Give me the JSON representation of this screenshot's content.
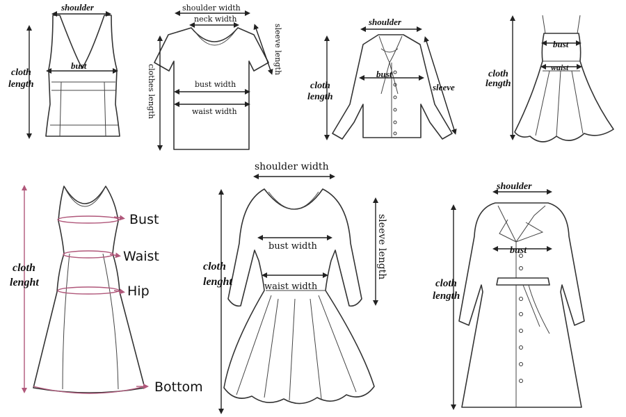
{
  "colors": {
    "ink": "#111111",
    "measure_pink": "#b0577a",
    "background": "#ffffff"
  },
  "tank_top": {
    "shoulder": "shoulder",
    "bust": "bust",
    "cloth": "cloth",
    "length": "length"
  },
  "tshirt": {
    "shoulder_width": "shoulder width",
    "neck_width": "neck width",
    "sleeve_length": "sleeve length",
    "bust_width": "bust width",
    "waist_width": "waist width",
    "clothes_length": "clothes length"
  },
  "blouse": {
    "shoulder": "shoulder",
    "bust": "bust",
    "sleeve": "sleeve",
    "cloth": "cloth",
    "length": "length"
  },
  "strap_dress": {
    "bust": "bust",
    "waist": "waist",
    "cloth": "cloth",
    "length": "length"
  },
  "maxi_dress": {
    "bust": "Bust",
    "waist": "Waist",
    "hip": "Hip",
    "bottom": "Bottom",
    "cloth": "cloth",
    "lenght": "lenght"
  },
  "long_sleeve_dress": {
    "shoulder_width": "shoulder width",
    "sleeve_length": "sleeve length",
    "bust_width": "bust width",
    "waist_width": "waist width",
    "cloth": "cloth",
    "lenght": "lenght"
  },
  "coat": {
    "shoulder": "shoulder",
    "bust": "bust",
    "cloth": "cloth",
    "length": "length"
  }
}
